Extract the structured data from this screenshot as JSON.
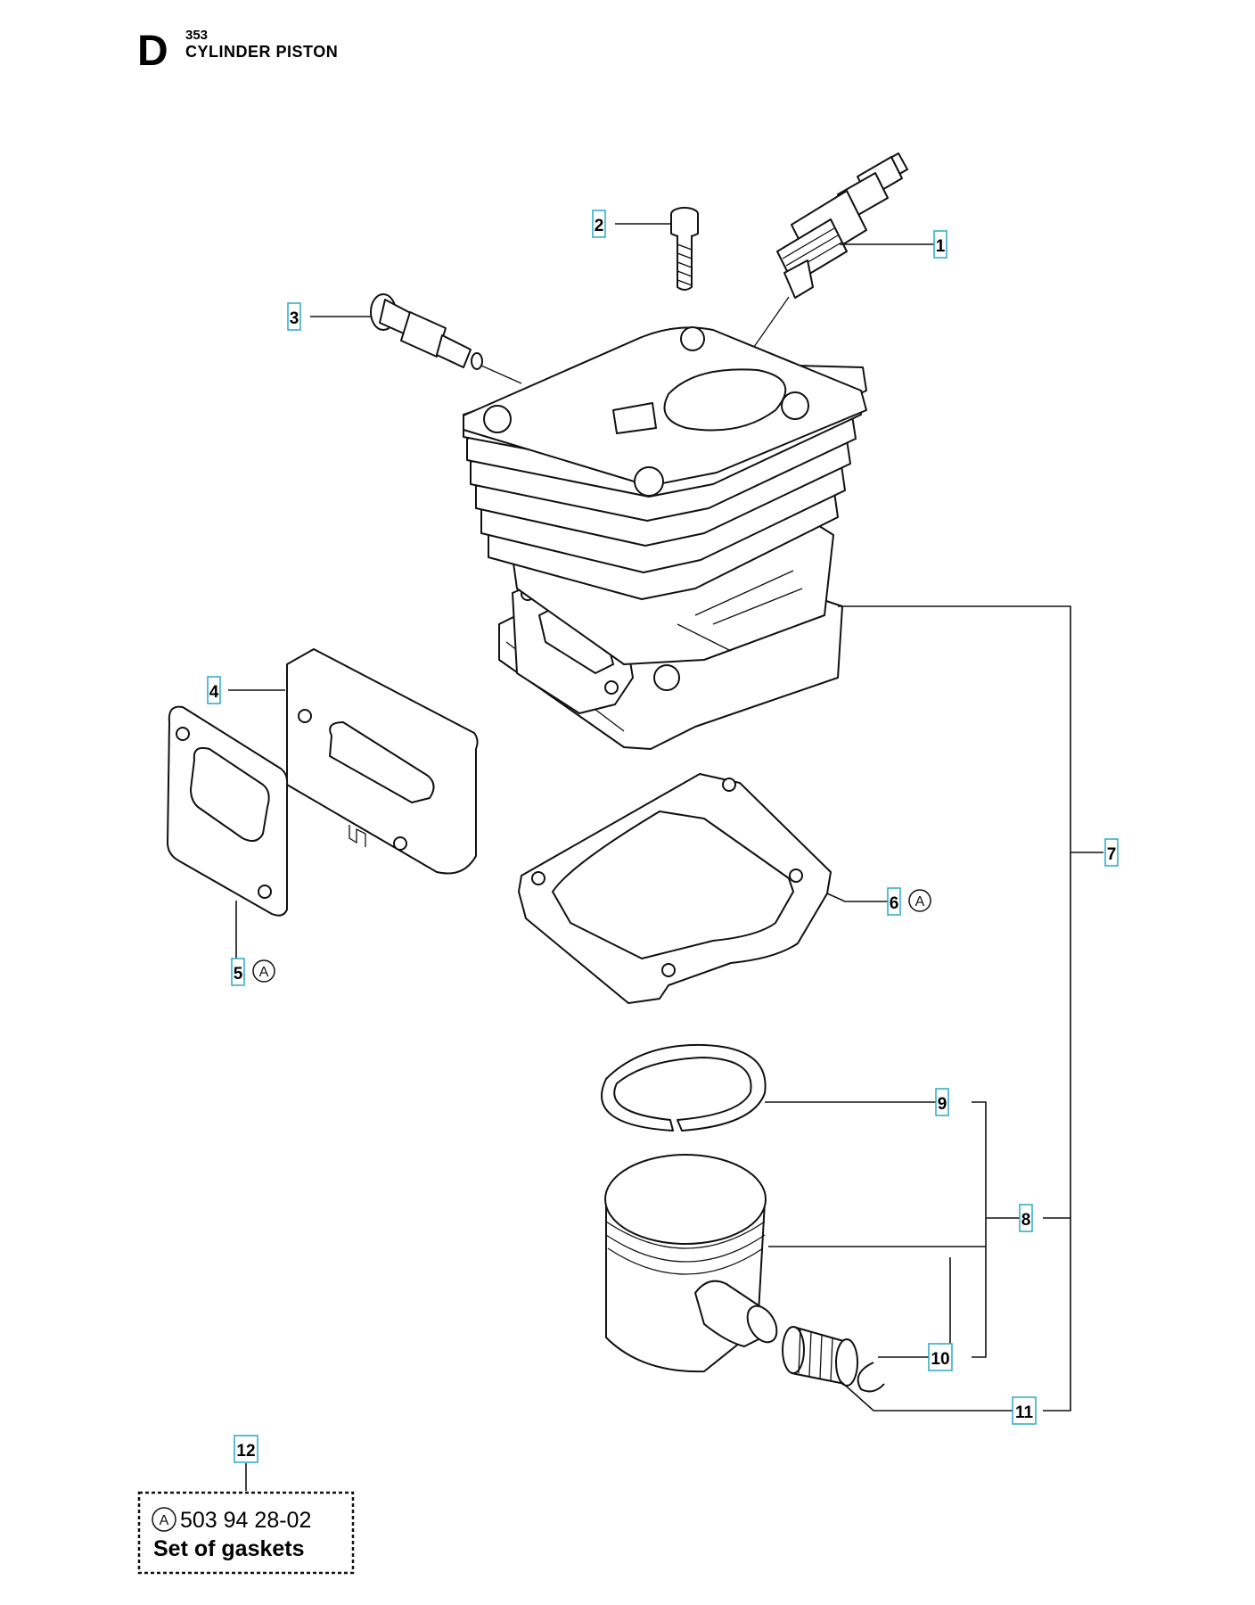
{
  "header": {
    "section_letter": "D",
    "model_number": "353",
    "title": "CYLINDER PISTON"
  },
  "callouts": [
    {
      "id": "c1",
      "label": "1",
      "kit_marker": ""
    },
    {
      "id": "c2",
      "label": "2",
      "kit_marker": ""
    },
    {
      "id": "c3",
      "label": "3",
      "kit_marker": ""
    },
    {
      "id": "c4",
      "label": "4",
      "kit_marker": ""
    },
    {
      "id": "c5",
      "label": "5",
      "kit_marker": "A"
    },
    {
      "id": "c6",
      "label": "6",
      "kit_marker": "A"
    },
    {
      "id": "c7",
      "label": "7",
      "kit_marker": ""
    },
    {
      "id": "c8",
      "label": "8",
      "kit_marker": ""
    },
    {
      "id": "c9",
      "label": "9",
      "kit_marker": ""
    },
    {
      "id": "c10",
      "label": "10",
      "kit_marker": ""
    },
    {
      "id": "c11",
      "label": "11",
      "kit_marker": ""
    },
    {
      "id": "c12",
      "label": "12",
      "kit_marker": ""
    }
  ],
  "kit": {
    "marker": "A",
    "part_number": "503 94 28-02",
    "name": "Set of gaskets"
  },
  "colors": {
    "callout_border": "#29a9c9",
    "line": "#111111"
  }
}
